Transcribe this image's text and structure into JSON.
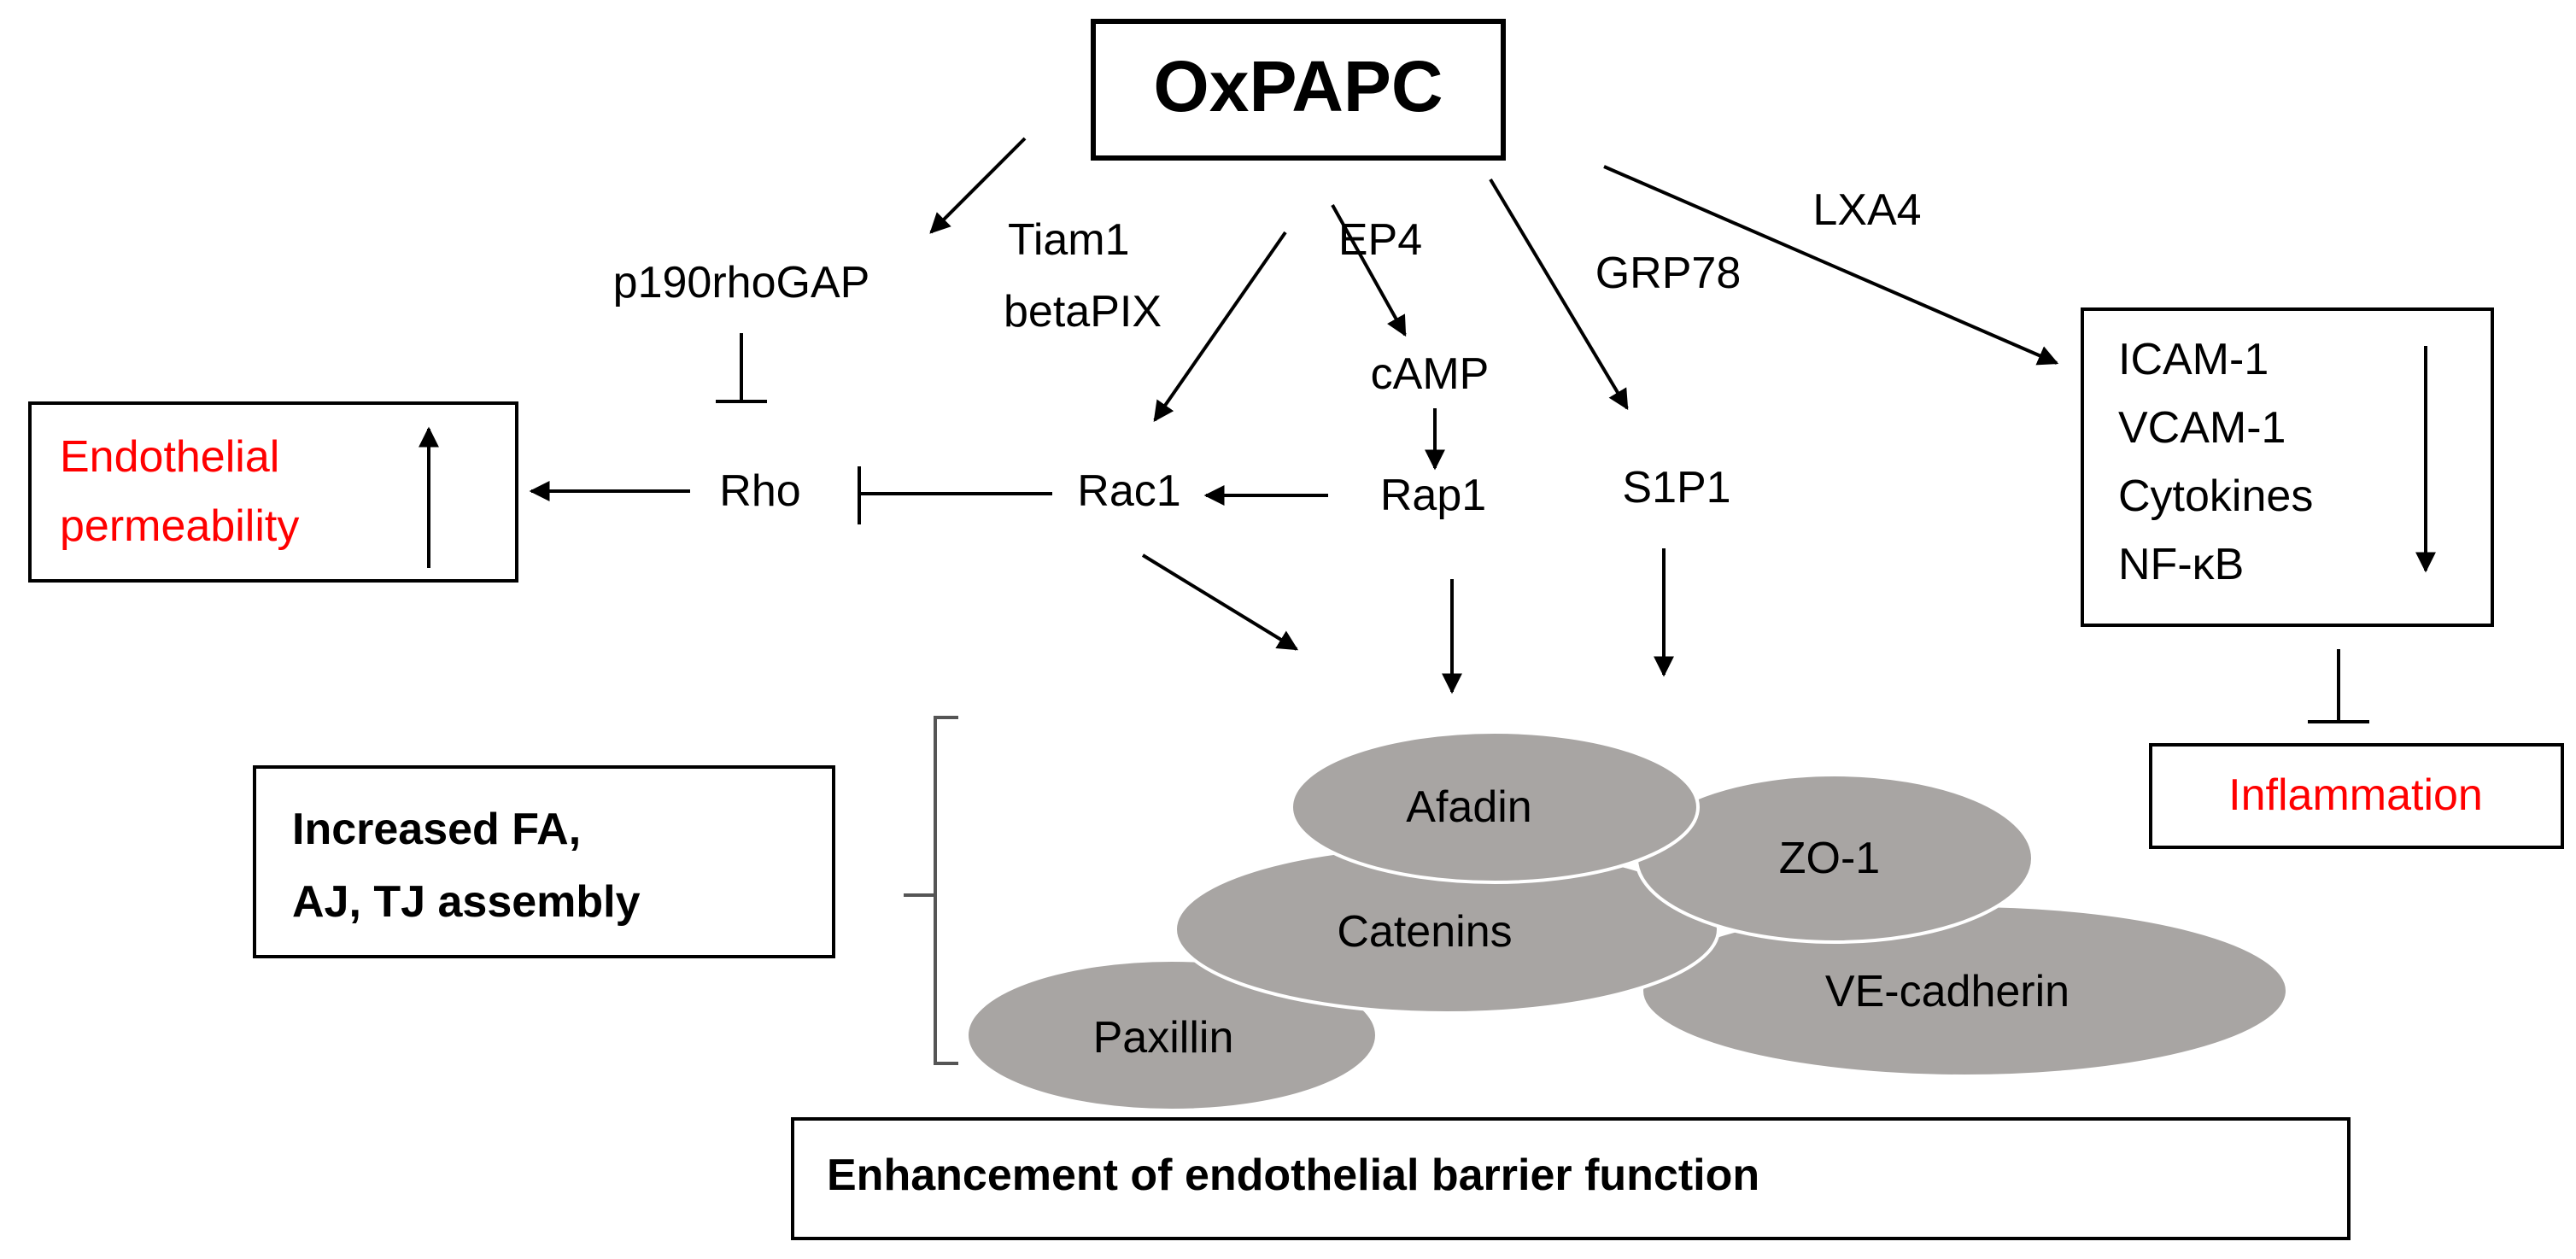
{
  "nodes": {
    "oxpapc": "OxPAPC",
    "p190rhogap": "p190rhoGAP",
    "tiam1": "Tiam1",
    "betapix": "betaPIX",
    "ep4": "EP4",
    "camp": "cAMP",
    "grp78": "GRP78",
    "lxa4": "LXA4",
    "rho": "Rho",
    "rac1": "Rac1",
    "rap1": "Rap1",
    "s1p1": "S1P1",
    "perm_line1": "Endothelial",
    "perm_line2": "permeability",
    "icam1": "ICAM-1",
    "vcam1": "VCAM-1",
    "cytokines": "Cytokines",
    "nfkb": "NF-κB",
    "inflammation": "Inflammation",
    "assembly_line1": "Increased FA,",
    "assembly_line2": "AJ,  TJ assembly",
    "barrier": "Enhancement of endothelial barrier function"
  },
  "proteins": {
    "afadin": "Afadin",
    "zo1": "ZO-1",
    "catenins": "Catenins",
    "vecadherin": "VE-cadherin",
    "paxillin": "Paxillin"
  },
  "colors": {
    "text": "#000000",
    "highlight": "#ff0000",
    "oval_fill": "#a8a5a3"
  }
}
